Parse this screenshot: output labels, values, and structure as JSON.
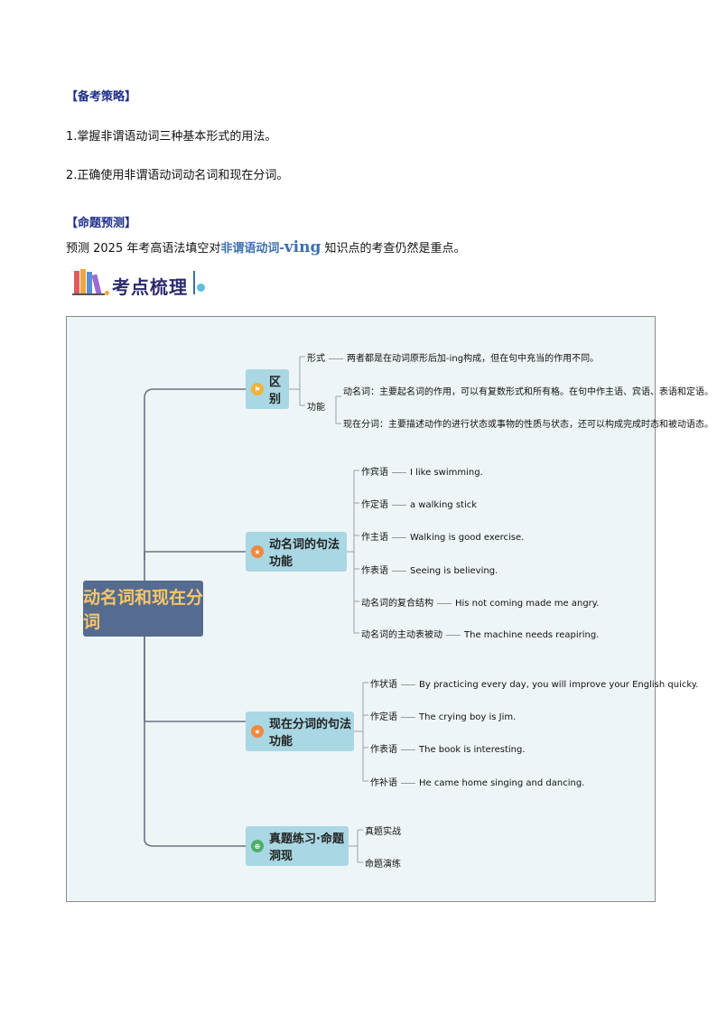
{
  "strategy": {
    "heading": "【备考策略】",
    "items": [
      "1.掌握非谓语动词三种基本形式的用法。",
      "2.正确使用非谓语动词动名词和现在分词。"
    ]
  },
  "prediction": {
    "heading": "【命题预测】",
    "text_before": "预测 2025 年考高语法填空对",
    "highlight": "非谓语动词-",
    "highlight_big": "ving",
    "text_after": " 知识点的考查仍然是重点。"
  },
  "kaodian": {
    "title": "考点梳理"
  },
  "mindmap": {
    "root": "动名词和现在分词",
    "branches": [
      {
        "label": "区别",
        "sub": [
          {
            "label": "形式",
            "text": "两者都是在动词原形后加-ing构成，但在句中充当的作用不同。"
          },
          {
            "label": "功能",
            "children": [
              "动名词：主要起名词的作用，可以有复数形式和所有格。在句中作主语、宾语、表语和定语。",
              "现在分词：主要描述动作的进行状态或事物的性质与状态，还可以构成完成时态和被动语态。"
            ]
          }
        ]
      },
      {
        "label": "动名词的句法功能",
        "leaves": [
          {
            "label": "作宾语",
            "text": "I like swimming."
          },
          {
            "label": "作定语",
            "text": "a walking stick"
          },
          {
            "label": "作主语",
            "text": "Walking is good exercise."
          },
          {
            "label": "作表语",
            "text": "Seeing is believing."
          },
          {
            "label": "动名词的复合结构",
            "text": "His not coming made me angry."
          },
          {
            "label": "动名词的主动表被动",
            "text": "The machine needs reapiring."
          }
        ]
      },
      {
        "label": "现在分词的句法功能",
        "leaves": [
          {
            "label": "作状语",
            "text": "By practicing every day, you will improve your English quicky."
          },
          {
            "label": "作定语",
            "text": "The crying boy is Jim."
          },
          {
            "label": "作表语",
            "text": "The book is interesting."
          },
          {
            "label": "作补语",
            "text": "He came home singing and dancing."
          }
        ]
      },
      {
        "label": "真题练习·命题洞现",
        "leaves": [
          {
            "label": "真题实战"
          },
          {
            "label": "命题演练"
          }
        ]
      }
    ]
  }
}
